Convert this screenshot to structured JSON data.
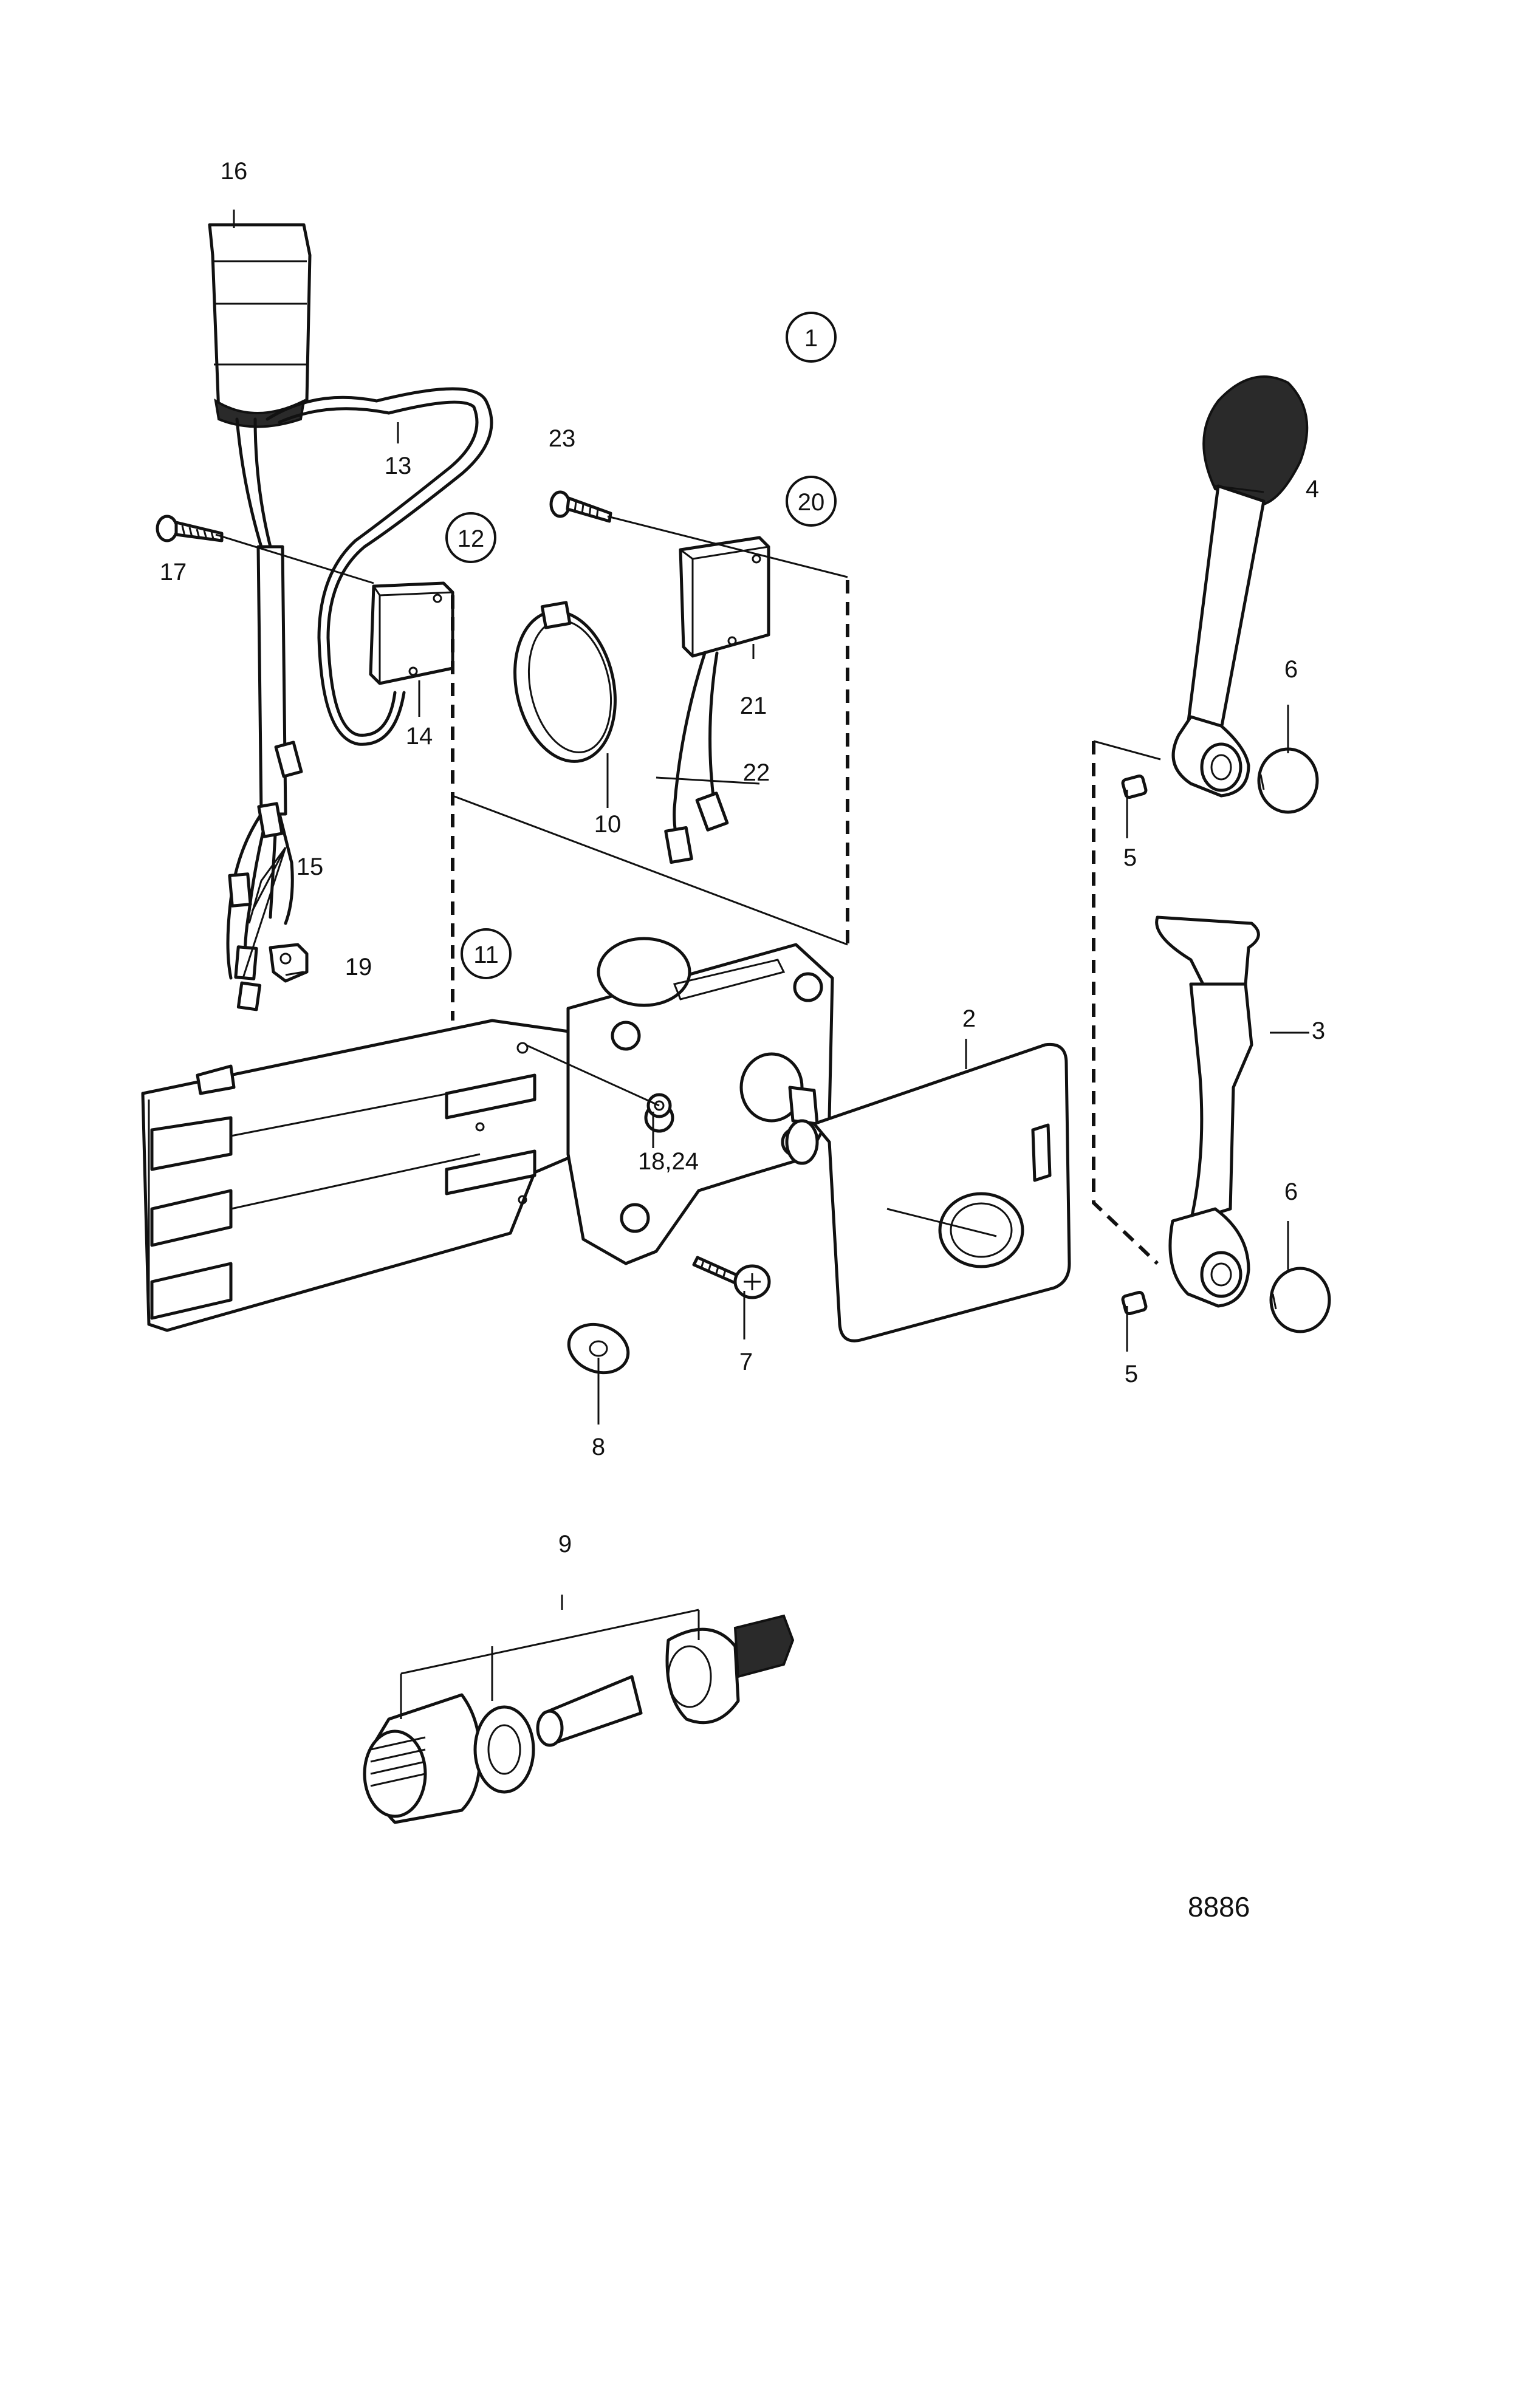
{
  "callouts": {
    "c1": "1",
    "c2": "2",
    "c3": "3",
    "c4": "4",
    "c5a": "5",
    "c5b": "5",
    "c6a": "6",
    "c6b": "6",
    "c7": "7",
    "c8": "8",
    "c9": "9",
    "c10": "10",
    "c11": "11",
    "c12": "12",
    "c13": "13",
    "c14": "14",
    "c15": "15",
    "c16": "16",
    "c17": "17",
    "c18_24": "18,24",
    "c19": "19",
    "c20": "20",
    "c21": "21",
    "c22": "22",
    "c23": "23"
  },
  "figure_number": "8886"
}
